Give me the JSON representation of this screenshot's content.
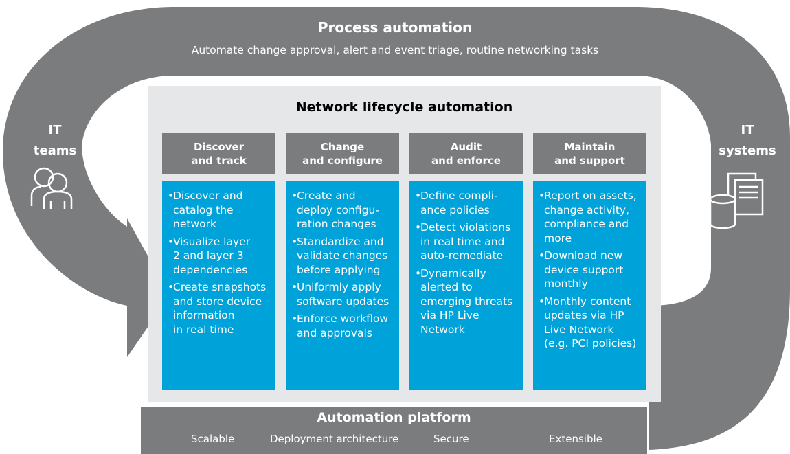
{
  "process": {
    "title": "Process automation",
    "subtitle": "Automate change approval, alert and event triage, routine networking tasks"
  },
  "it_teams": {
    "label": "IT\nteams",
    "icon": "people-icon"
  },
  "it_systems": {
    "label": "IT\nsystems",
    "icon": "database-documents-icon"
  },
  "lifecycle": {
    "title": "Network lifecycle automation",
    "stages": [
      {
        "heading": "Discover\nand track",
        "items": [
          "Discover and\ncatalog the\nnetwork",
          "Visualize layer\n2 and layer 3\ndependencies",
          "Create snapshots\nand store device\ninformation\nin real time"
        ]
      },
      {
        "heading": "Change\nand configure",
        "items": [
          "Create and\ndeploy configu-\nration changes",
          "Standardize and\nvalidate changes\nbefore applying",
          "Uniformly apply\nsoftware updates",
          "Enforce workflow\nand approvals"
        ]
      },
      {
        "heading": "Audit\nand enforce",
        "items": [
          "Define compli-\nance policies",
          "Detect violations\nin real time and\nauto-remediate",
          "Dynamically\nalerted to\nemerging threats\nvia HP Live\nNetwork"
        ]
      },
      {
        "heading": "Maintain\nand support",
        "items": [
          "Report on assets,\nchange activity,\ncompliance and\nmore",
          "Download new\ndevice support\nmonthly",
          "Monthly content\nupdates via HP\nLive Network\n(e.g. PCI policies)"
        ]
      }
    ]
  },
  "platform": {
    "title": "Automation platform",
    "items": [
      "Scalable",
      "Deployment architecture",
      "Secure",
      "Extensible"
    ]
  },
  "colors": {
    "loop_gray": "#7b7c7e",
    "panel_gray": "#e6e7e8",
    "stage_blue": "#00a3d9",
    "arrow_gray": "#8c8d8f"
  }
}
